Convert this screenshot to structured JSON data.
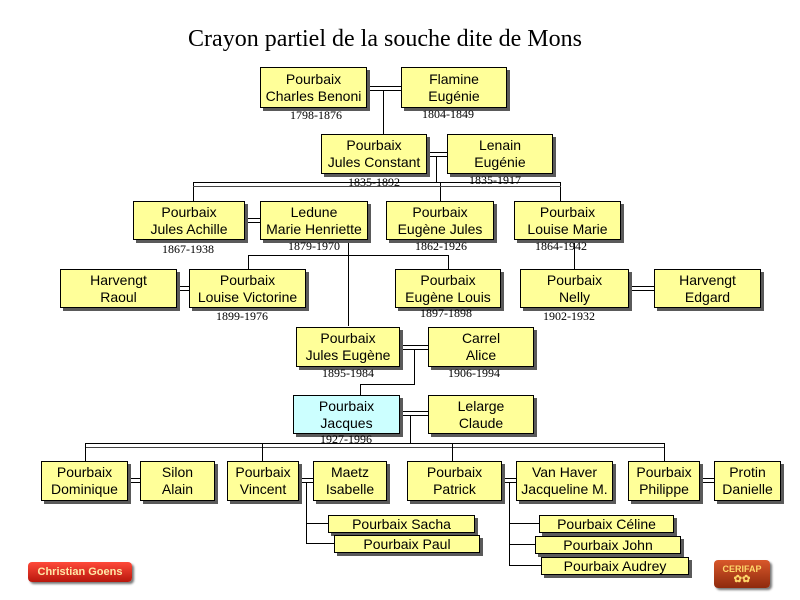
{
  "title": "Crayon partiel de la souche dite de Mons",
  "people": {
    "charles_benoni": {
      "surname": "Pourbaix",
      "given": "Charles Benoni",
      "dates": "1798-1876"
    },
    "flamine": {
      "surname": "Flamine",
      "given": "Eugénie",
      "dates": "1804-1849"
    },
    "jules_constant": {
      "surname": "Pourbaix",
      "given": "Jules Constant",
      "dates": "1835-1892"
    },
    "lenain": {
      "surname": "Lenain",
      "given": "Eugénie",
      "dates": "1835-1917"
    },
    "jules_achille": {
      "surname": "Pourbaix",
      "given": "Jules Achille",
      "dates": "1867-1938"
    },
    "ledune": {
      "surname": "Ledune",
      "given": "Marie Henriette",
      "dates": "1879-1970"
    },
    "eugene_jules": {
      "surname": "Pourbaix",
      "given": "Eugène Jules",
      "dates": "1862-1926"
    },
    "louise_marie": {
      "surname": "Pourbaix",
      "given": "Louise Marie",
      "dates": "1864-1942"
    },
    "harvengt_raoul": {
      "surname": "Harvengt",
      "given": "Raoul"
    },
    "louise_victorine": {
      "surname": "Pourbaix",
      "given": "Louise Victorine",
      "dates": "1899-1976"
    },
    "eugene_louis": {
      "surname": "Pourbaix",
      "given": "Eugène Louis",
      "dates": "1897-1898"
    },
    "nelly": {
      "surname": "Pourbaix",
      "given": "Nelly",
      "dates": "1902-1932"
    },
    "harvengt_edgard": {
      "surname": "Harvengt",
      "given": "Edgard"
    },
    "jules_eugene": {
      "surname": "Pourbaix",
      "given": "Jules Eugène",
      "dates": "1895-1984"
    },
    "carrel": {
      "surname": "Carrel",
      "given": "Alice",
      "dates": "1906-1994"
    },
    "jacques": {
      "surname": "Pourbaix",
      "given": "Jacques",
      "dates": "1927-1996"
    },
    "lelarge": {
      "surname": "Lelarge",
      "given": "Claude"
    },
    "dominique": {
      "surname": "Pourbaix",
      "given": "Dominique"
    },
    "silon": {
      "surname": "Silon",
      "given": "Alain"
    },
    "vincent": {
      "surname": "Pourbaix",
      "given": "Vincent"
    },
    "maetz": {
      "surname": "Maetz",
      "given": "Isabelle"
    },
    "patrick": {
      "surname": "Pourbaix",
      "given": "Patrick"
    },
    "vanhaver": {
      "surname": "Van Haver",
      "given": "Jacqueline M."
    },
    "philippe": {
      "surname": "Pourbaix",
      "given": "Philippe"
    },
    "protin": {
      "surname": "Protin",
      "given": "Danielle"
    },
    "sacha": {
      "name": "Pourbaix Sacha"
    },
    "paul": {
      "name": "Pourbaix Paul"
    },
    "celine": {
      "name": "Pourbaix Céline"
    },
    "john": {
      "name": "Pourbaix John"
    },
    "audrey": {
      "name": "Pourbaix Audrey"
    }
  },
  "badges": {
    "left": "Christian Goens",
    "right_top": "CERIFAP",
    "right_bottom": "✿✿"
  },
  "colors": {
    "box": "#ffff99",
    "highlight": "#ccffff",
    "shadow": "#5a5a5a"
  }
}
